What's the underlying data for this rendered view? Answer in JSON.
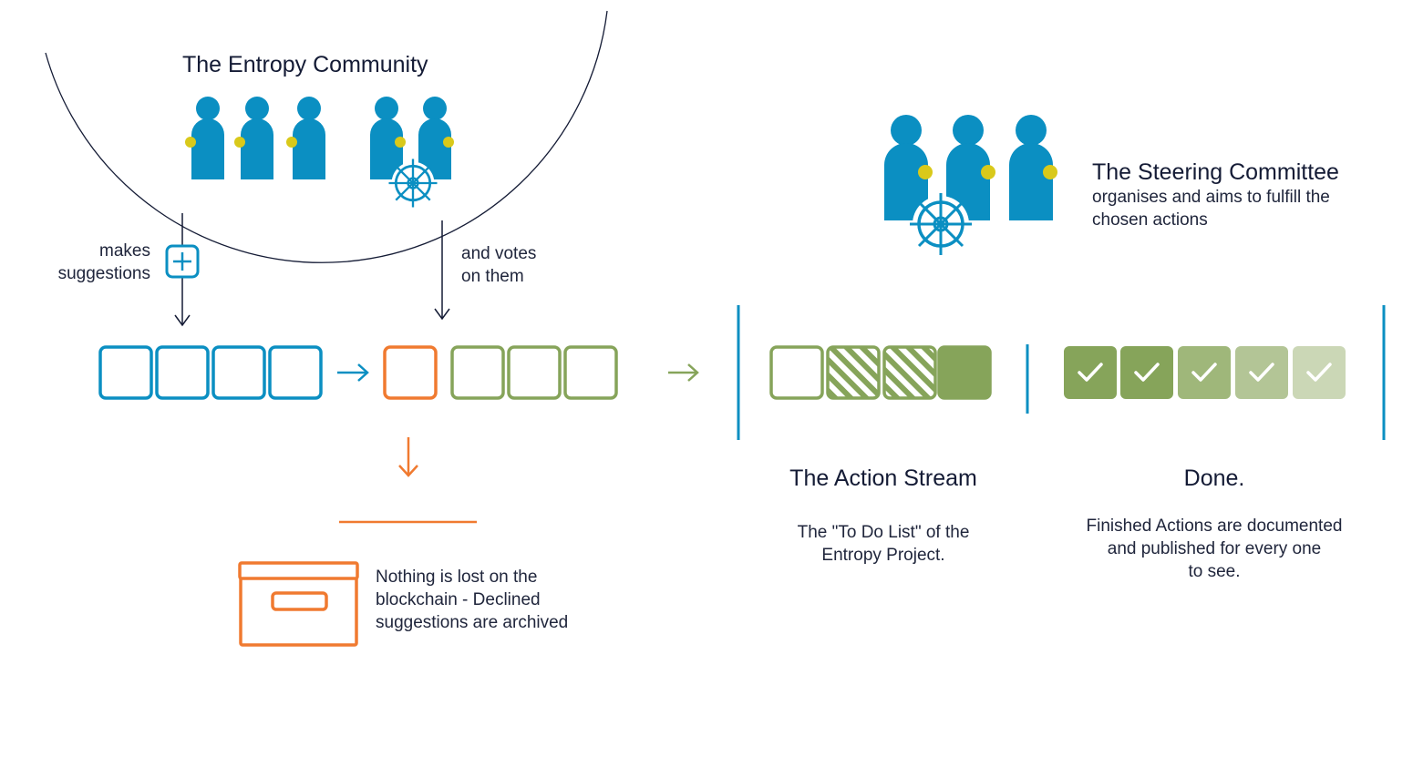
{
  "community": {
    "title": "The Entropy Community",
    "suggest_label": [
      "makes",
      "suggestions"
    ],
    "vote_label": [
      "and votes",
      "on them"
    ]
  },
  "committee": {
    "title": "The Steering Committee",
    "desc": [
      "organises and aims to fulfill the",
      "chosen actions"
    ]
  },
  "stream": {
    "title": "The Action Stream",
    "desc": [
      "The \"To Do List\" of the",
      "Entropy Project."
    ]
  },
  "done": {
    "title": "Done.",
    "desc": [
      "Finished Actions are documented",
      "and published for every one",
      "to see."
    ]
  },
  "archive": {
    "desc": [
      "Nothing is lost on the",
      "blockchain - Declined",
      "suggestions are archived"
    ]
  },
  "colors": {
    "blue": "#0b8fc2",
    "orange": "#f07a30",
    "green": "#86a45a",
    "yellow": "#d9c91a",
    "navy": "#141b35"
  },
  "icons": [
    "person-icon",
    "yellow-badge-icon",
    "ship-wheel-icon",
    "plus-icon",
    "arrow-icon",
    "checkmark-icon",
    "archive-box-icon"
  ]
}
